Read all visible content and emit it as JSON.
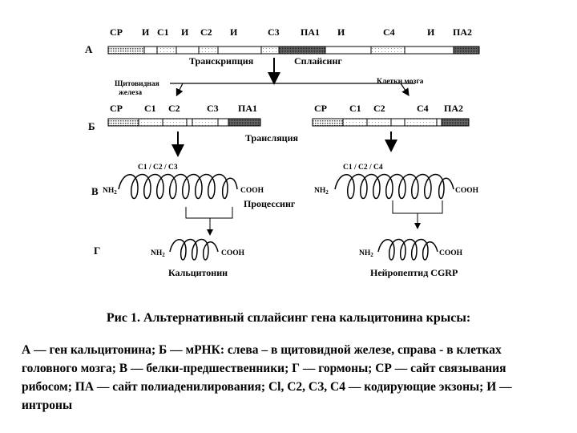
{
  "diagram": {
    "row_labels": {
      "a": "А",
      "b": "Б",
      "v": "В",
      "g": "Г"
    },
    "gene_labels": [
      "СР",
      "И",
      "С1",
      "И",
      "С2",
      "И",
      "С3",
      "ПА1",
      "И",
      "С4",
      "И",
      "ПА2"
    ],
    "process_transcription": "Транскрипция",
    "process_splicing": "Сплайсинг",
    "left_branch": "Щитовидная железа",
    "right_branch": "Клетки мозга",
    "left_mrna_labels": [
      "СР",
      "С1",
      "С2",
      "С3",
      "ПА1"
    ],
    "right_mrna_labels": [
      "СР",
      "С1",
      "С2",
      "С4",
      "ПА2"
    ],
    "translation": "Трансляция",
    "left_protein_exons": "С1 / С2 / С3",
    "right_protein_exons": "С1 / С2 / С4",
    "nh2": "NH2",
    "cooh": "COOH",
    "processing": "Процессинг",
    "left_product": "Кальцитонин",
    "right_product": "Нейропептид CGRP"
  },
  "caption": {
    "title": "Рис 1. Альтернативный сплайсинг гена кальцитонина крысы:",
    "body": "А — ген кальцитонина; Б — мРНК: слева – в щитовидной железе, справа - в клетках головного мозга; В — белки-предшественники; Г — гормоны; СР — сайт связывания рибосом; ПА — сайт полиаденилирования; Cl, C2, СЗ, С4 — кодирующие экзоны; И — интроны"
  }
}
